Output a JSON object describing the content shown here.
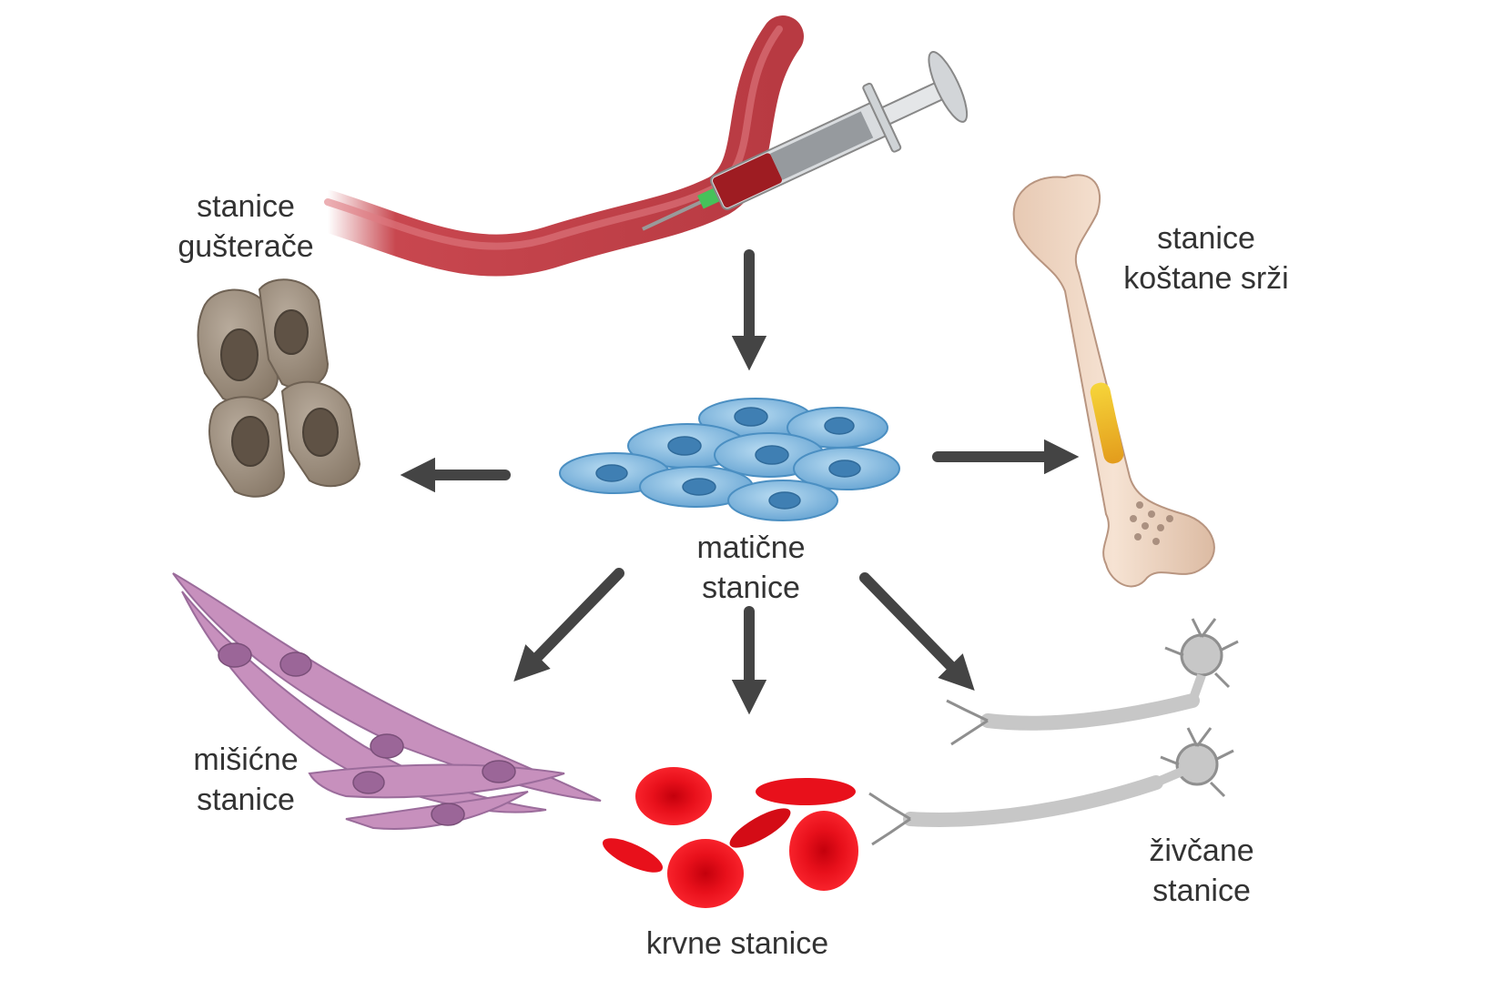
{
  "colors": {
    "arrow": "#444444",
    "vessel": "#c8474f",
    "stem_cell": "#7fb9dc",
    "pancreas_cell": "#9a8c7d",
    "bone": "#f1d9c6",
    "muscle_cell": "#c790bd",
    "blood_cell": "#e8101b",
    "nerve_cell": "#c7c7c7",
    "label_text": "#333333"
  },
  "labels": {
    "pancreas": {
      "line1": "stanice",
      "line2": "gušterače"
    },
    "bone_marrow": {
      "line1": "stanice",
      "line2": "koštane srži"
    },
    "stem": {
      "line1": "matične",
      "line2": "stanice"
    },
    "muscle": {
      "line1": "mišićne",
      "line2": "stanice"
    },
    "blood": {
      "line1": "krvne stanice"
    },
    "nerve": {
      "line1": "živčane",
      "line2": "stanice"
    }
  },
  "illustrations": [
    "blood-vessel",
    "syringe",
    "stem-cells",
    "pancreas-cells",
    "bone",
    "muscle-cells",
    "red-blood-cells",
    "nerve-cells"
  ]
}
